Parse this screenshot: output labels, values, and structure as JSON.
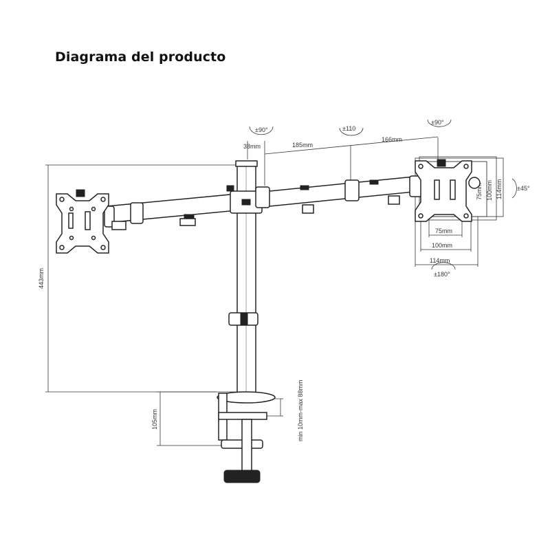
{
  "title": "Diagrama del producto",
  "rotations": {
    "left_joint": "±90°",
    "middle": "±110",
    "right_joint": "±90°",
    "tilt": "±45°",
    "rotate": "±180°"
  },
  "arm_dims": {
    "pole_offset": "38mm",
    "arm_segment_1": "185mm",
    "arm_segment_2": "166mm"
  },
  "height_dims": {
    "pole_height": "443mm",
    "clamp_height": "105mm",
    "clamp_range": "min 10mm-max 88mm"
  },
  "vesa_horizontal": [
    "75mm",
    "100mm",
    "114mm"
  ],
  "vesa_vertical": [
    "75mm",
    "100mm",
    "114mm"
  ]
}
